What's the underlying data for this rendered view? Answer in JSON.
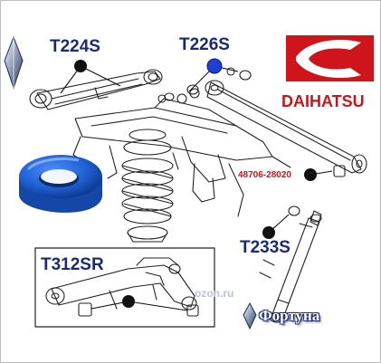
{
  "labels": {
    "t224s": "T224S",
    "t226s": "T226S",
    "t233s": "T233S",
    "t312sr": "T312SR",
    "oem_number": "48706-28020"
  },
  "brand": {
    "name": "DAIHATSU",
    "logo_color": "#d0141b"
  },
  "seller": {
    "name": "Фортуна",
    "watermark": "ozon.ru"
  },
  "colors": {
    "label_text": "#1a2a7a",
    "marker_black": "#111111",
    "marker_blue": "#1d3fd6",
    "bushing_blue": "#1e5fd0",
    "line_art": "#222222"
  }
}
